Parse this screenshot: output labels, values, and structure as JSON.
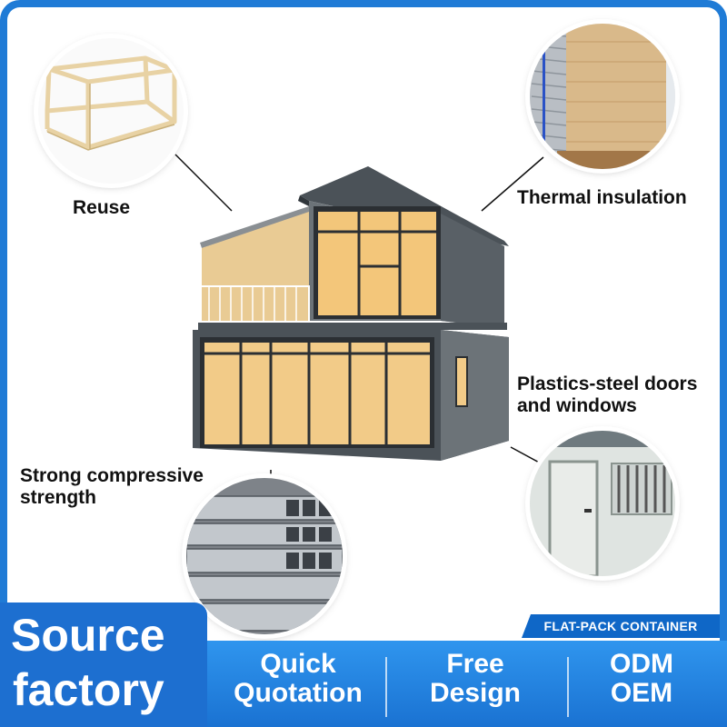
{
  "features": {
    "reuse": "Reuse",
    "thermal": "Thermal insulation",
    "plastics_line1": "Plastics-steel doors",
    "plastics_line2": "and windows",
    "strength_line1": "Strong compressive",
    "strength_line2": "strength"
  },
  "tag": "FLAT-PACK CONTAINER",
  "source": {
    "line1": "Source",
    "line2": "factory"
  },
  "bar": {
    "quick": [
      "Quick",
      "Quotation"
    ],
    "free": [
      "Free",
      "Design"
    ],
    "odm": [
      "ODM",
      "OEM"
    ]
  },
  "colors": {
    "brand_blue": "#1d6fd0",
    "bar_blue": "#2f95ee",
    "frame_blue": "#1f7bd6"
  },
  "icons": [
    "steel-frame-image",
    "insulation-panel-image",
    "door-window-image",
    "steel-tube-image",
    "container-house-image"
  ]
}
